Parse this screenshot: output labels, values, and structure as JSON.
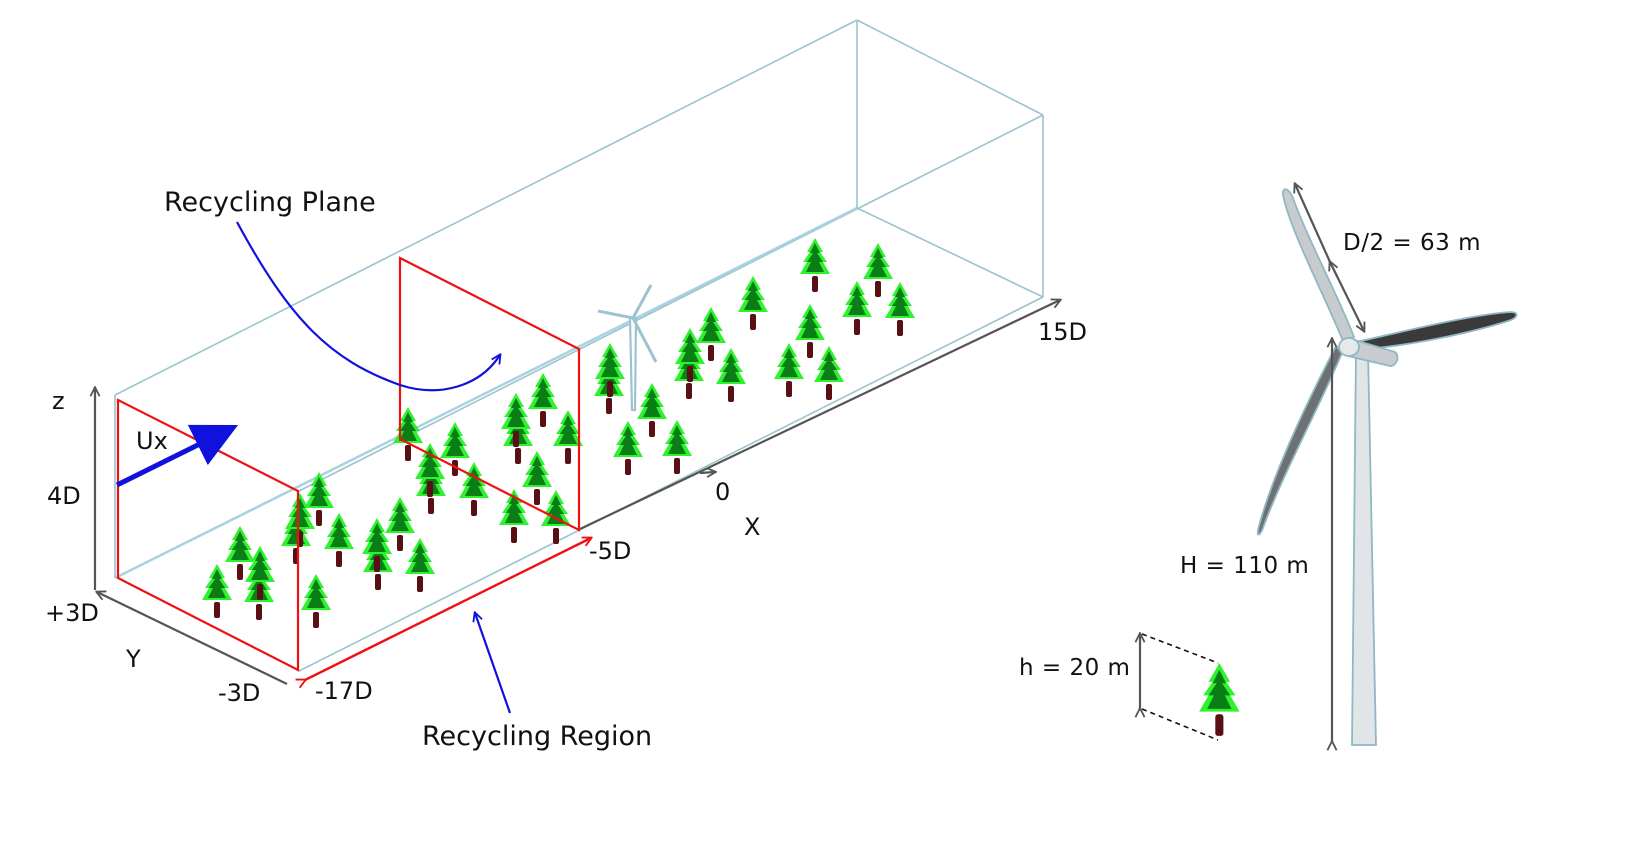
{
  "labels": {
    "recycling_plane": "Recycling Plane",
    "recycling_region": "Recycling Region",
    "ux": "Ux",
    "axis_z": "z",
    "axis_x": "X",
    "axis_y": "Y",
    "z_height": "4D",
    "y_plus": "+3D",
    "y_minus": "-3D",
    "x_start": "-17D",
    "x_recycle": "-5D",
    "x_zero": "0",
    "x_end": "15D",
    "rotor_radius": "D/2 = 63 m",
    "hub_height": "H = 110 m",
    "tree_height": "h = 20 m"
  },
  "colors": {
    "domain_edge": "#9cc3d0",
    "recycling": "#ee1111",
    "annotation_arrow": "#1111dd",
    "axis": "#555555",
    "tree_light": "#2ef22e",
    "tree_dark": "#0a7d16",
    "trunk": "#5a0f14",
    "turbine_light": "#d8dcde",
    "turbine_dark": "#3a3a3a"
  },
  "icons": {
    "tree": "pine-tree-icon",
    "turbine": "wind-turbine-icon"
  },
  "forest_tree_count": 43
}
